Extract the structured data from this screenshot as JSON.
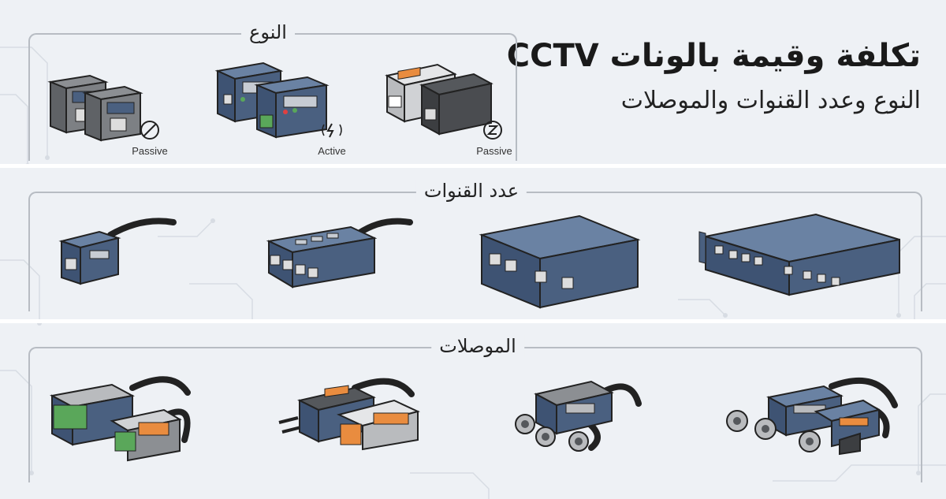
{
  "header": {
    "title": "تكلفة وقيمة بالونات CCTV",
    "subtitle": "النوع وعدد القنوات والموصلات"
  },
  "sections": {
    "type": {
      "label": "النوع",
      "items": [
        "Passive",
        "Active",
        "Passive"
      ]
    },
    "channels": {
      "label": "عدد القنوات"
    },
    "connectors": {
      "label": "الموصلات"
    }
  },
  "colors": {
    "background": "#eef1f5",
    "navy": "#4a6080",
    "gray": "#6b6d70",
    "orange": "#e98c3f",
    "green": "#5aa75a"
  },
  "icons": [
    "passive-icon",
    "active-power-icon",
    "passive-ground-icon"
  ]
}
